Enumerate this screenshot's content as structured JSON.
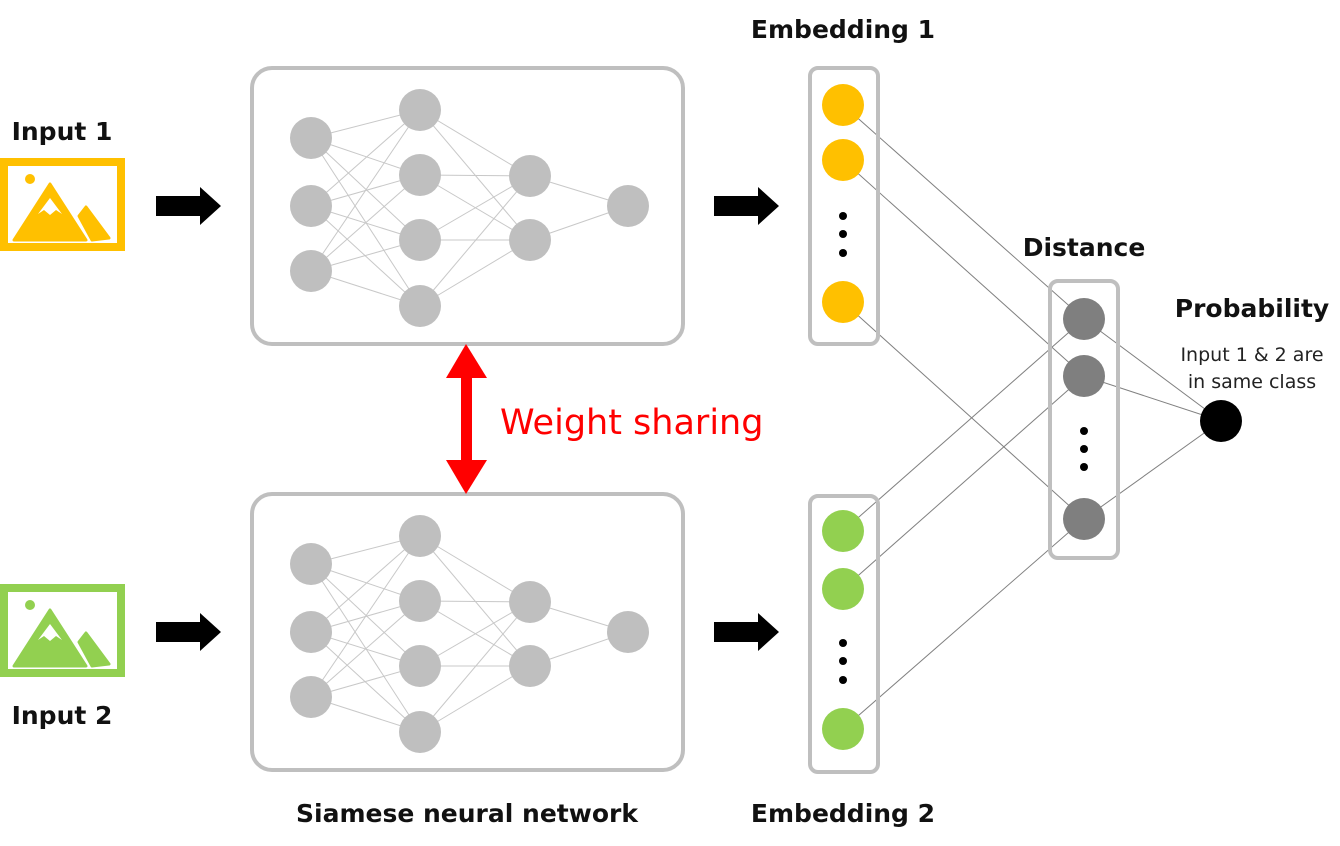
{
  "labels": {
    "input1": "Input 1",
    "input2": "Input 2",
    "embedding1": "Embedding 1",
    "embedding2": "Embedding 2",
    "distance": "Distance",
    "probability": "Probability",
    "probability_line1": "Input 1 & 2 are",
    "probability_line2": "in same class",
    "weight_sharing": "Weight sharing",
    "network": "Siamese neural network"
  },
  "colors": {
    "input1": "#FFC000",
    "input2": "#92D050",
    "network_node": "#BFBFBF",
    "frame": "#BFBFBF",
    "distance_node": "#7F7F7F",
    "output_node": "#000000",
    "weight_sharing": "#FF0000"
  },
  "icons": [
    "image-icon",
    "arrow-right-icon",
    "double-arrow-icon"
  ]
}
